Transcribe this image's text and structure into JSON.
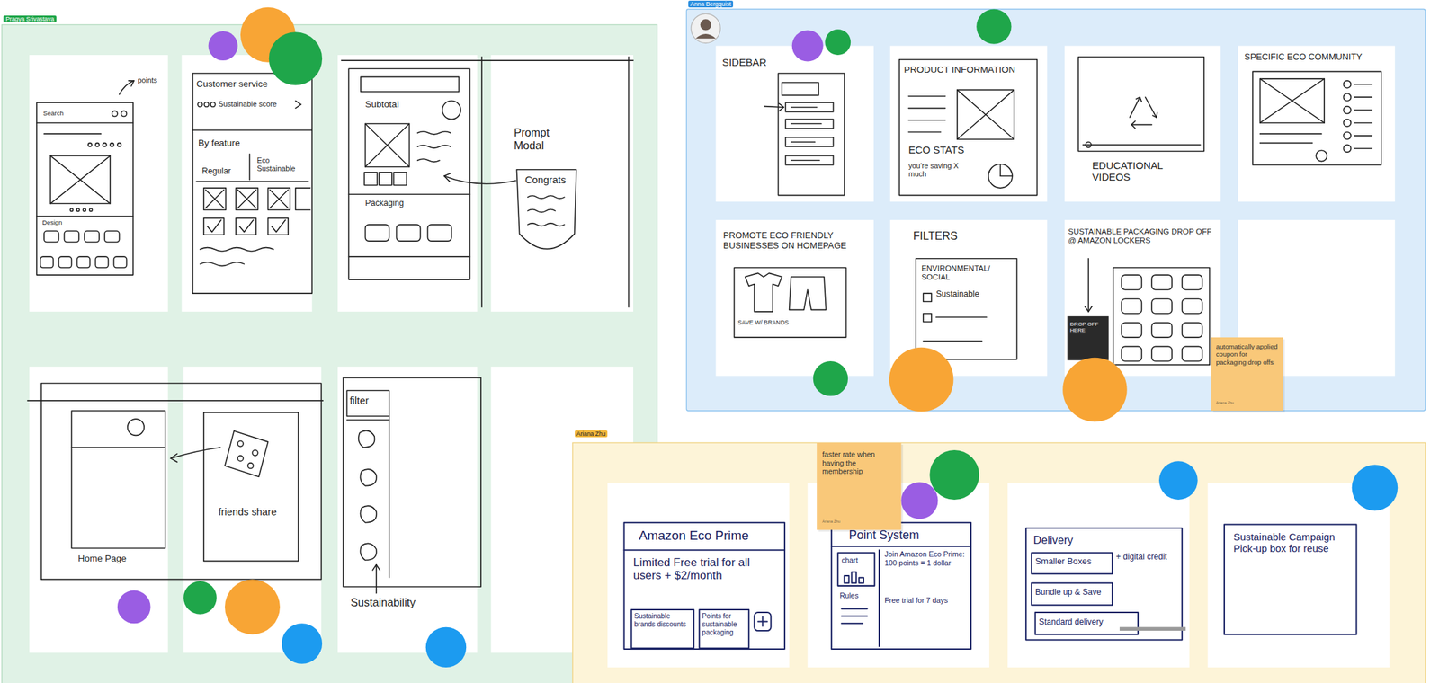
{
  "diagram": {
    "nodes": [
      {
        "text": [
          "Pragya Srivastava"
        ]
      },
      {
        "text": [
          "Anna Bergquist"
        ]
      },
      {
        "text": [
          "SIDEBAR"
        ],
        "in": 1
      },
      {
        "text": [
          "PRODUCT INFORMATION",
          "ECO STATS",
          "you're saving X much"
        ],
        "in": 1
      },
      {
        "text": [
          "EDUCATIONAL VIDEOS"
        ],
        "in": 1
      },
      {
        "text": [
          "SPECIFIC ECO COMMUNITY"
        ],
        "in": 1
      },
      {
        "text": [
          "PROMOTE ECO FRIENDLY BUSINESSES ON HOMEPAGE",
          "SAVE W/ BRANDS"
        ],
        "in": 1
      },
      {
        "text": [
          "FILTERS",
          "ENVIRONMENTAL/ SOCIAL",
          "Sustainable"
        ],
        "in": 1
      },
      {
        "text": [
          "SUSTAINABLE PACKAGING DROP OFF @ AMAZON LOCKERS",
          "DROP OFF HERE"
        ],
        "in": 1
      },
      {
        "text": [
          "automatically applied coupon for packaging drop offs",
          "Ariana Zhu"
        ],
        "in": 1
      },
      {
        "text": [
          "Ariana Zhu"
        ]
      },
      {
        "text": [
          "faster rate when having the membership",
          "Ariana Zhu"
        ],
        "in": 10
      },
      {
        "text": [
          "Amazon Eco Prime",
          "Limited Free trial for all users + $2/month",
          "Sustainable brands discounts",
          "Points for sustainable packaging"
        ],
        "in": 10
      },
      {
        "text": [
          "Point System",
          "chart",
          "Rules",
          "Join Amazon Eco Prime: 100 points = 1 dollar",
          "Free trial for 7 days"
        ],
        "in": 10
      },
      {
        "text": [
          "Delivery",
          "Smaller Boxes",
          "+ digital credit",
          "Bundle up & Save",
          "Standard delivery"
        ],
        "in": 10
      },
      {
        "text": [
          "Sustainable Campaign Pick-up box for reuse"
        ],
        "in": 10
      }
    ],
    "labels": [
      "Search",
      "points",
      "Design",
      "Customer service",
      "Sustainable score",
      "By feature",
      "Regular",
      "Eco Sustainable",
      "Subtotal",
      "Packaging",
      "Prompt Modal",
      "Congrats",
      "Home Page",
      "friends share",
      "filter",
      "Sustainability"
    ]
  }
}
